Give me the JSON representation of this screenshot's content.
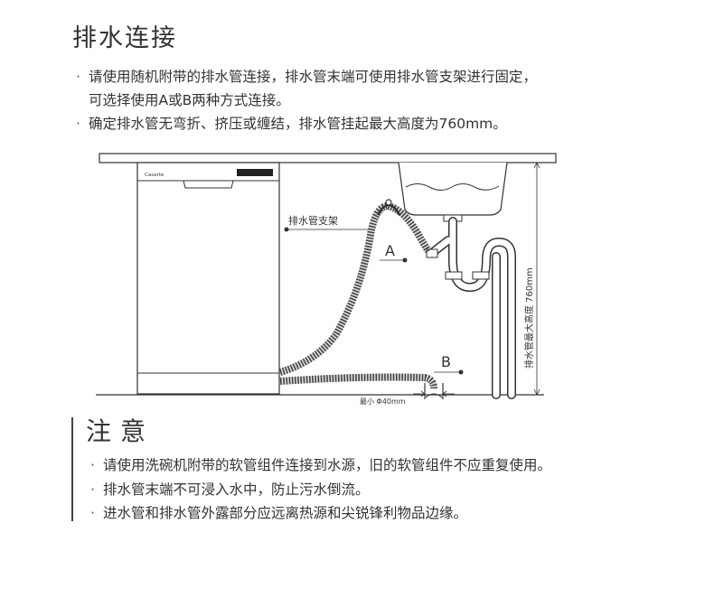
{
  "section": {
    "title": "排水连接",
    "bullets": [
      "请使用随机附带的排水管连接，排水管末端可使用排水管支架进行固定，",
      "可选择使用A或B两种方式连接。",
      "确定排水管无弯折、挤压或缠结，排水管挂起最大高度为760mm。"
    ]
  },
  "diagram": {
    "brand": "Casarte",
    "bracket_label": "排水管支架",
    "label_a": "A",
    "label_b": "B",
    "min_label": "最小 Φ40mm",
    "height_label": "排水管最大高度 760mm"
  },
  "notice": {
    "title": "注意",
    "items": [
      "请使用洗碗机附带的软管组件连接到水源，旧的软管组件不应重复使用。",
      "排水管末端不可浸入水中，防止污水倒流。",
      "进水管和排水管外露部分应远离热源和尖锐锋利物品边缘。"
    ]
  }
}
